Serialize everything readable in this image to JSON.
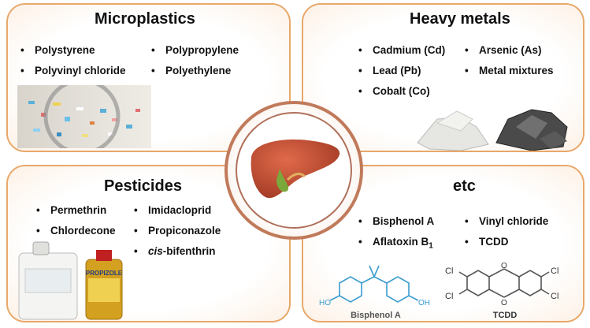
{
  "microplastics": {
    "title": "Microplastics",
    "items": [
      "Polystyrene",
      "Polypropylene",
      "Polyvinyl chloride",
      "Polyethylene"
    ]
  },
  "heavy_metals": {
    "title": "Heavy metals",
    "items": [
      "Cadmium (Cd)",
      "Arsenic (As)",
      "Lead (Pb)",
      "Metal mixtures",
      "Cobalt (Co)"
    ]
  },
  "pesticides": {
    "title": "Pesticides",
    "items": [
      "Permethrin",
      "Imidacloprid",
      "Chlordecone",
      "Propiconazole",
      "bifenthrin"
    ],
    "italic_prefix": "cis-",
    "bottle_label": "PROPIZOLE"
  },
  "etc": {
    "title": "etc",
    "items": [
      "Bisphenol A",
      "Vinyl chloride",
      "Aflatoxin B",
      "TCDD"
    ],
    "aflatoxin_sub": "1",
    "bpa_label": "Bisphenol A",
    "tcdd_label": "TCDD",
    "ho": "HO",
    "oh": "OH",
    "cl": "Cl",
    "o": "O"
  },
  "colors": {
    "panel_border": "#e8a86a",
    "liver": "#b8482e",
    "gallbladder": "#7aa83a"
  }
}
